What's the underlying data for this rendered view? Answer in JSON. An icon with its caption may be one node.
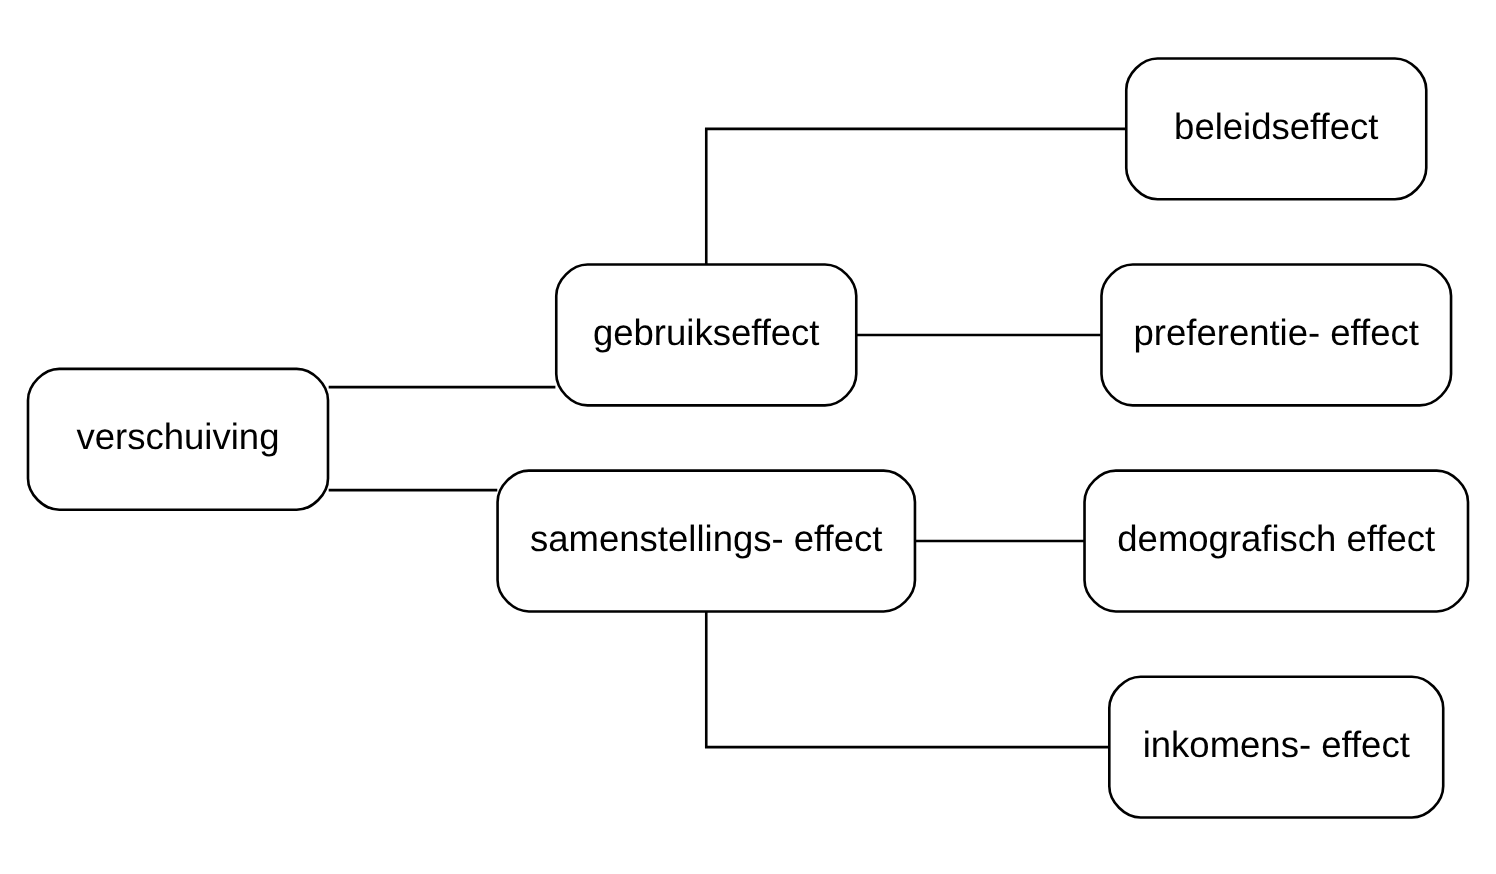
{
  "diagram": {
    "nodes": [
      {
        "text": [
          "verschuiving"
        ]
      },
      {
        "text": [
          "gebruikseffect"
        ]
      },
      {
        "text": [
          "beleidseffect"
        ]
      },
      {
        "text": [
          "preferentie- effect"
        ]
      },
      {
        "text": [
          "samenstellings- effect"
        ]
      },
      {
        "text": [
          "demografisch effect"
        ]
      },
      {
        "text": [
          "inkomens- effect"
        ]
      }
    ],
    "edges": [
      {
        "from": 0,
        "to": 1,
        "arrow": "none"
      },
      {
        "from": 0,
        "to": 4,
        "arrow": "none"
      },
      {
        "from": 1,
        "to": 2,
        "arrow": "none"
      },
      {
        "from": 1,
        "to": 3,
        "arrow": "none"
      },
      {
        "from": 4,
        "to": 5,
        "arrow": "none"
      },
      {
        "from": 4,
        "to": 6,
        "arrow": "none"
      }
    ]
  }
}
